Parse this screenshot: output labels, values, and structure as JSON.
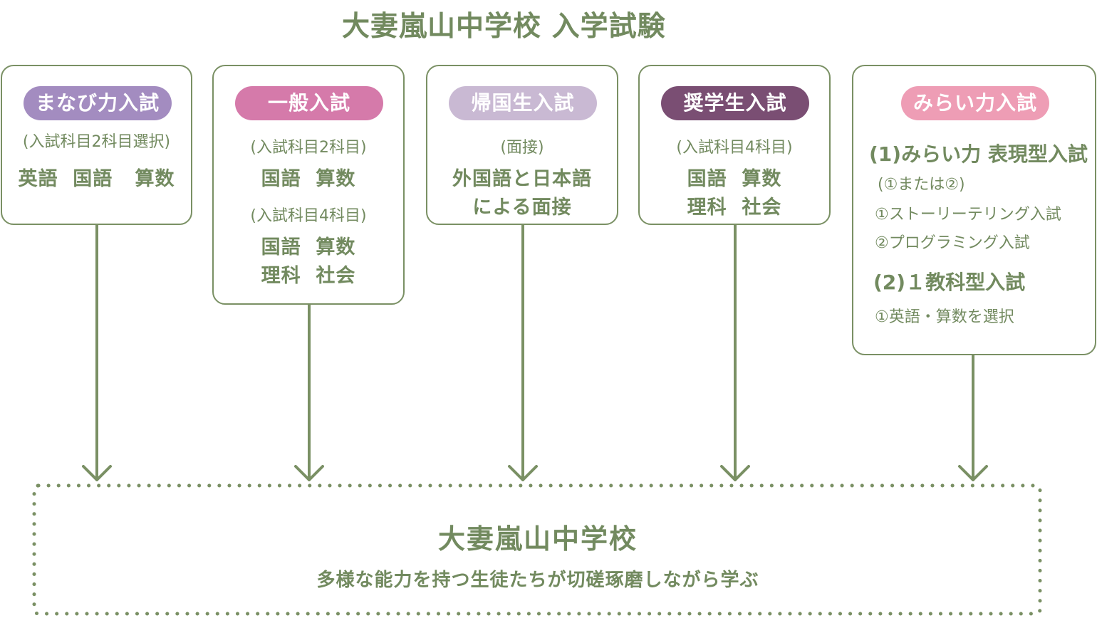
{
  "title": "大妻嵐山中学校 入学試験",
  "colors": {
    "text_green": "#728a5f",
    "line_green": "#7a9064",
    "manabi": "#a38cc0",
    "ippan": "#d57aaa",
    "kikoku": "#c9b9d3",
    "shogaku": "#7a4e73",
    "mirai": "#ee9db5"
  },
  "exams": [
    {
      "label": "まなび力入試",
      "lines": [
        "(入試科目2科目選択)",
        "英語  国語   算数"
      ]
    },
    {
      "label": "一般入試",
      "lines": [
        "(入試科目2科目)",
        "国語  算数",
        "(入試科目4科目)",
        "国語  算数",
        "理科  社会"
      ]
    },
    {
      "label": "帰国生入試",
      "lines": [
        "(面接)",
        "外国語と日本語",
        "による面接"
      ]
    },
    {
      "label": "奨学生入試",
      "lines": [
        "(入試科目4科目)",
        "国語  算数",
        "理科  社会"
      ]
    },
    {
      "label": "みらい力入試",
      "lines": [
        "(1)みらい力 表現型入試",
        "(①または②)",
        "①ストーリーテリング入試",
        "②プログラミング入試",
        "(2)１教科型入試",
        "①英語・算数を選択"
      ]
    }
  ],
  "school": {
    "name": "大妻嵐山中学校",
    "description": "多様な能力を持つ生徒たちが切磋琢磨しながら学ぶ"
  }
}
